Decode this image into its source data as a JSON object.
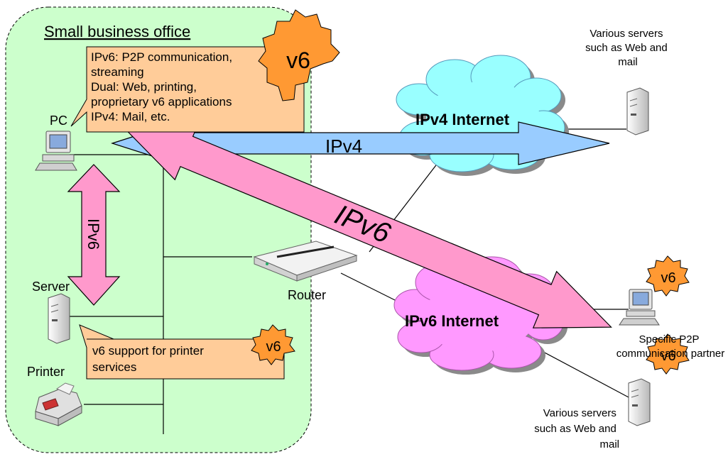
{
  "office": {
    "title": "Small business office"
  },
  "callout_pc": {
    "lines": [
      "IPv6: P2P communication,",
      "streaming",
      "Dual: Web, printing,",
      "proprietary v6 applications",
      "IPv4: Mail, etc."
    ]
  },
  "callout_printer": {
    "lines": [
      "v6 support for printer",
      "services"
    ]
  },
  "badges": {
    "v6": "v6"
  },
  "devices": {
    "pc": "PC",
    "server": "Server",
    "printer": "Printer",
    "router": "Router"
  },
  "arrows": {
    "ipv4": "IPv4",
    "ipv6": "IPv6",
    "ipv6_local": "IPv6"
  },
  "clouds": {
    "ipv4": "IPv4 Internet",
    "ipv6": "IPv6 Internet"
  },
  "remote": {
    "servers_top": [
      "Various servers",
      "such as Web and",
      "mail"
    ],
    "p2p_partner": [
      "Specific P2P",
      "communication partner"
    ],
    "servers_bottom": [
      "Various servers",
      "such as Web and",
      "mail"
    ]
  },
  "colors": {
    "office_bg": "#ccffcc",
    "callout": "#ffcc99",
    "badge": "#ff9933",
    "ipv4_arrow": "#99ccff",
    "ipv6_arrow": "#ff99cc",
    "ipv4_cloud": "#99ffff",
    "ipv6_cloud": "#ff99ff"
  }
}
